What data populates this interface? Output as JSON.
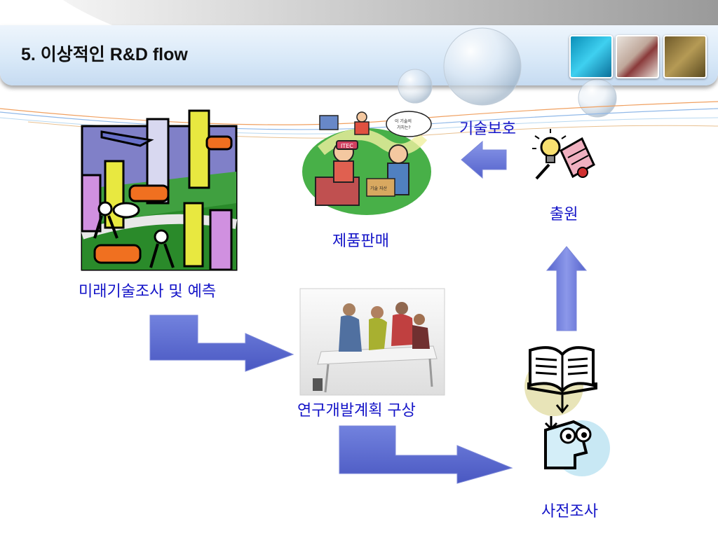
{
  "slide": {
    "title": "5. 이상적인 R&D flow"
  },
  "nodes": {
    "future_tech": {
      "label": "미래기술조사 및 예측"
    },
    "product_sales": {
      "label": "제품판매"
    },
    "tech_protection": {
      "label": "기술보호"
    },
    "filing": {
      "label": "출원"
    },
    "rd_planning": {
      "label": "연구개발계획 구상"
    },
    "prior_search": {
      "label": "사전조사"
    }
  },
  "illustrations": {
    "sales_sign": "ITEC",
    "sales_bubble_1": "이 기술의",
    "sales_bubble_2": "가치는?",
    "sales_box": "기술 자산"
  },
  "colors": {
    "label": "#1414c8",
    "arrow": "#6675d8",
    "arrow_dark": "#4452c0",
    "header": "#d9e9f8"
  }
}
